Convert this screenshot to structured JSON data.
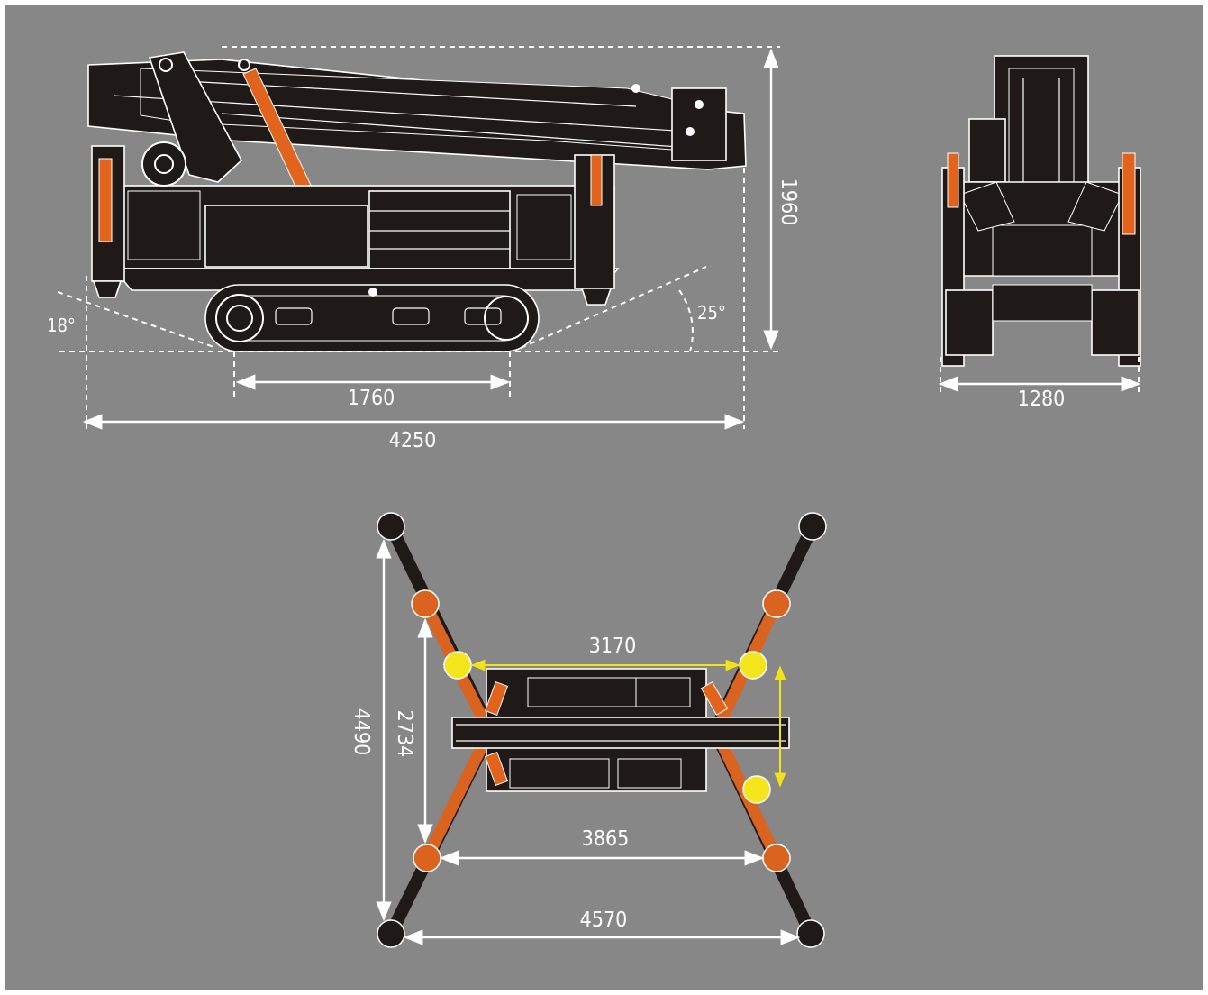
{
  "colors": {
    "background": "#878787",
    "machine_body": "#1f1a18",
    "outline": "#ffffff",
    "hydraulic_cylinder": "#e2631b",
    "outrigger_pad": "#d9631f",
    "inner_pad": "#f5e51c",
    "dimension_yellow": "#f2e21a"
  },
  "side_view": {
    "dimensions": {
      "track_length": "1760",
      "overall_length": "4250",
      "overall_height": "1960"
    },
    "angles": {
      "rear_ramp": "18°",
      "front_ramp": "25°"
    }
  },
  "front_view": {
    "dimensions": {
      "overall_width": "1280"
    }
  },
  "top_view": {
    "dimensions": {
      "inner_outrigger_span": "3170",
      "middle_outrigger_span": "3865",
      "outer_outrigger_span": "4570",
      "inner_depth": "2734",
      "outer_depth": "4490"
    }
  }
}
